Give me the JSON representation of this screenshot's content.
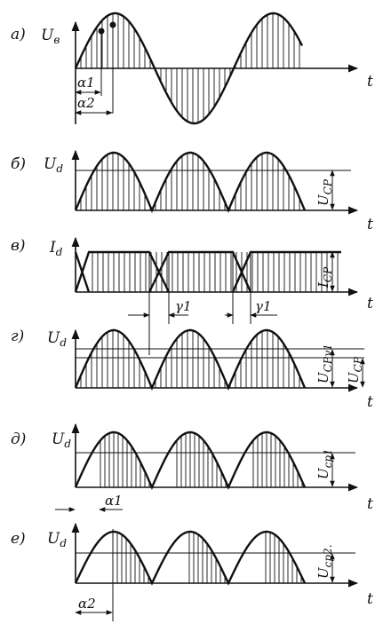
{
  "panels": [
    {
      "letter": "а)",
      "symbol": "U",
      "sub": "в",
      "t": "t",
      "alpha1": "α1",
      "alpha2": "α2"
    },
    {
      "letter": "б)",
      "symbol": "U",
      "sub": "d",
      "t": "t",
      "avg": "U",
      "avg_sub": "СР"
    },
    {
      "letter": "в)",
      "symbol": "I",
      "sub": "d",
      "t": "t",
      "avg": "I",
      "avg_sub": "СР",
      "gamma1": "γ1",
      "gamma2": "γ1"
    },
    {
      "letter": "г)",
      "symbol": "U",
      "sub": "d",
      "t": "t",
      "avg_a": "U",
      "avg_a_sub": "СРγ1",
      "avg_b": "U",
      "avg_b_sub": "СР"
    },
    {
      "letter": "д)",
      "symbol": "U",
      "sub": "d",
      "t": "t",
      "avg": "U",
      "avg_sub": "ср1",
      "alpha": "α1"
    },
    {
      "letter": "е)",
      "symbol": "U",
      "sub": "d",
      "t": "t",
      "avg": "U",
      "avg_sub": "ср2.",
      "alpha": "α2"
    }
  ]
}
